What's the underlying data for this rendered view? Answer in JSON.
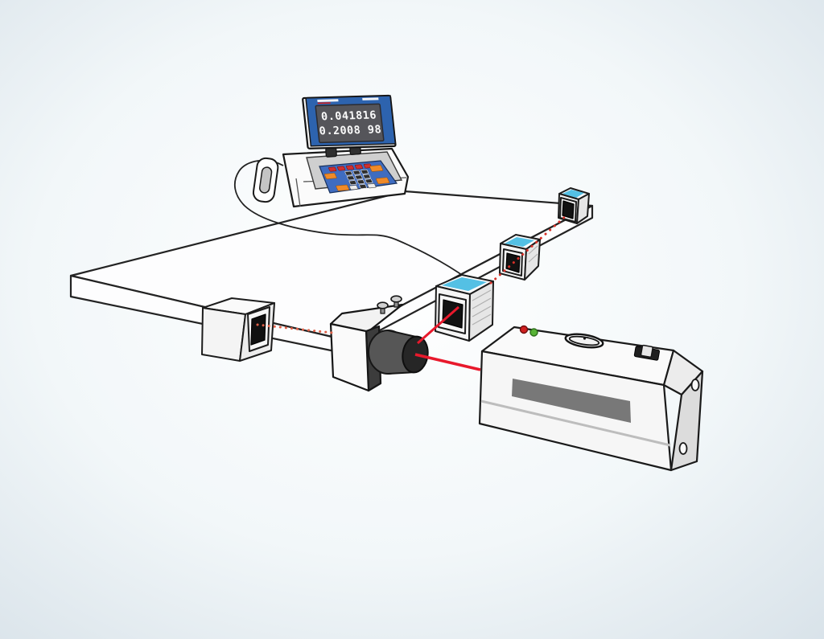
{
  "display": {
    "line1": "0.041816",
    "line2": "0.2008 98"
  },
  "colors": {
    "background_edge": "#d8e2e9",
    "background_center": "#ffffff",
    "outline": "#1a1a1a",
    "beam_red": "#e8192c",
    "beam_dotted_orange": "#e06048",
    "beam_dotted_red": "#d83028",
    "cube_top_blue": "#54c0e4",
    "keypad_panel_blue": "#3f6cc0",
    "screen_bezel_blue": "#2d63ae",
    "screen_gray": "#55555a",
    "button_red": "#d03030",
    "button_orange": "#f08a28",
    "led_red": "#cf2020",
    "led_green": "#58b335",
    "laser_label_stripe": "#787878"
  },
  "components": {
    "console": "display-compensator-console",
    "laser_head": "laser-head-unit",
    "interferometer": "interferometer-lens-unit",
    "reference_cube": "retroreflector-cube",
    "sensor_cubes": "blue-top-sensor-cubes",
    "table": "measurement-bench",
    "cable": "signal-cable"
  }
}
